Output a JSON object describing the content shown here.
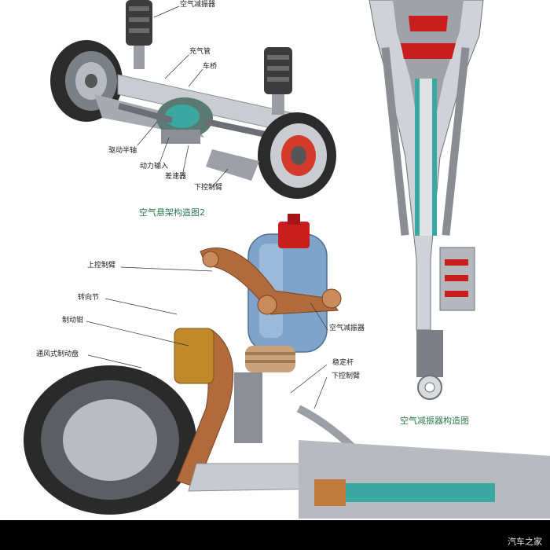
{
  "labels": {
    "air_spring_top": "空气减振器",
    "inflation_pipe": "充气管",
    "frame": "车桥",
    "drive_shaft": "驱动半轴",
    "power_input": "动力输入",
    "differential": "差速器",
    "lower_arm_top": "下控制臂",
    "upper_arm": "上控制臂",
    "steering_knuckle": "转向节",
    "brake_caliper": "制动钳",
    "vented_disc": "通风式制动盘",
    "air_spring_bottom": "空气减振器",
    "stabilizer": "稳定杆",
    "lower_arm_bottom": "下控制臂"
  },
  "captions": {
    "diagram2": "空气悬架构造图2",
    "shock_absorber": "空气减振器构造图"
  },
  "watermark": "汽车之家",
  "colors": {
    "caption_green": "#2e7a4e",
    "copper": "#b06a3c",
    "air_spring_blue": "#7fa3c9",
    "red_cap": "#c81e1e",
    "teal_rod": "#3aa7a0"
  }
}
